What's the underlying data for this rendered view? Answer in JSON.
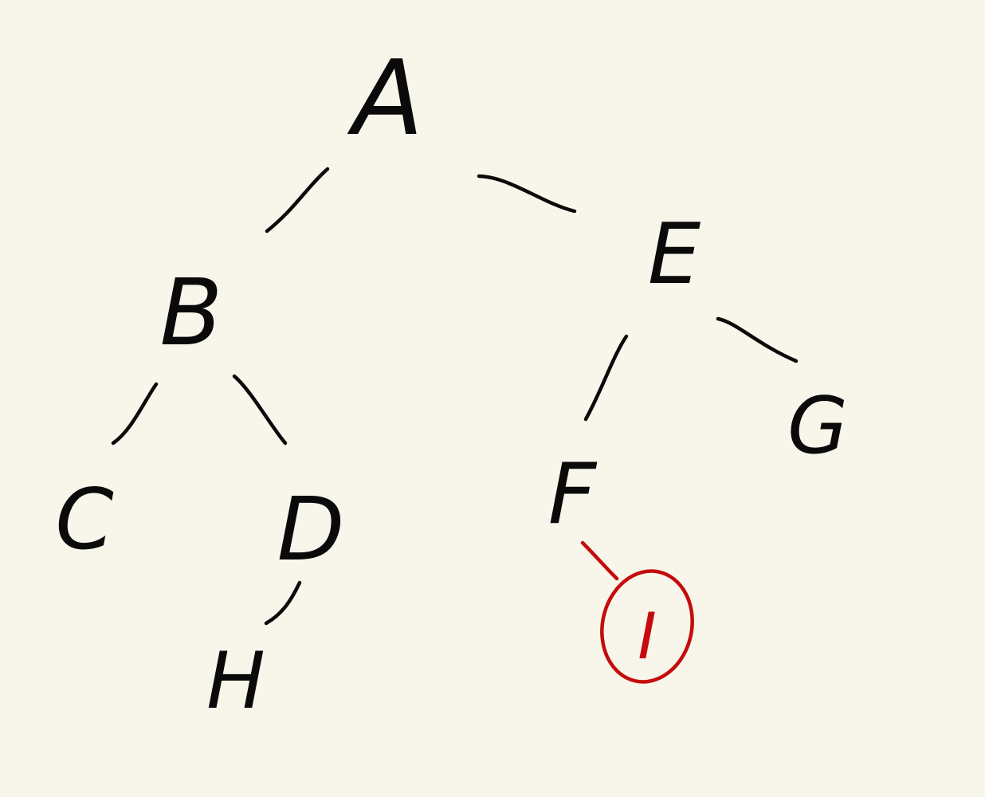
{
  "diagram": {
    "colors": {
      "background": "#f8f5ea",
      "ink": "#0a0a0a",
      "highlight": "#c40c0c"
    },
    "nodes": {
      "A": {
        "label": "A"
      },
      "B": {
        "label": "B"
      },
      "E": {
        "label": "E"
      },
      "C": {
        "label": "C"
      },
      "D": {
        "label": "D"
      },
      "H": {
        "label": "H"
      },
      "F": {
        "label": "F"
      },
      "G": {
        "label": "G"
      },
      "I": {
        "label": "I",
        "highlighted": true
      }
    },
    "edges": [
      {
        "from": "A",
        "to": "B"
      },
      {
        "from": "A",
        "to": "E"
      },
      {
        "from": "B",
        "to": "C"
      },
      {
        "from": "B",
        "to": "D"
      },
      {
        "from": "D",
        "to": "H"
      },
      {
        "from": "E",
        "to": "F"
      },
      {
        "from": "E",
        "to": "G"
      },
      {
        "from": "F",
        "to": "I",
        "highlighted": true
      }
    ]
  }
}
